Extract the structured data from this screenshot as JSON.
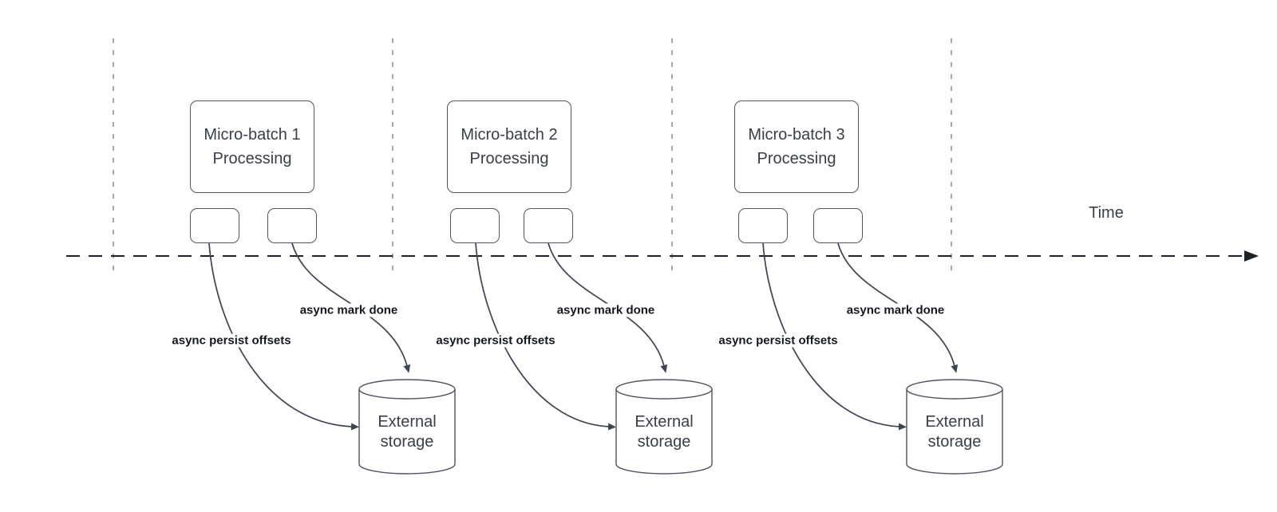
{
  "timeline": {
    "label": "Time"
  },
  "batches": [
    {
      "box_label": "Micro-batch 1\nProcessing",
      "persist_label": "async persist offsets",
      "mark_done_label": "async mark done",
      "storage_label": "External\nstorage"
    },
    {
      "box_label": "Micro-batch 2\nProcessing",
      "persist_label": "async persist offsets",
      "mark_done_label": "async mark done",
      "storage_label": "External\nstorage"
    },
    {
      "box_label": "Micro-batch 3\nProcessing",
      "persist_label": "async persist offsets",
      "mark_done_label": "async mark done",
      "storage_label": "External\nstorage"
    }
  ],
  "colors": {
    "shape_stroke": "#50555e",
    "curve_stroke": "#3e4450",
    "timeline_stroke": "#1e2126",
    "gridline_stroke": "#a9a9a9",
    "text_color": "#3a3e46",
    "label_color": "#14171c"
  }
}
